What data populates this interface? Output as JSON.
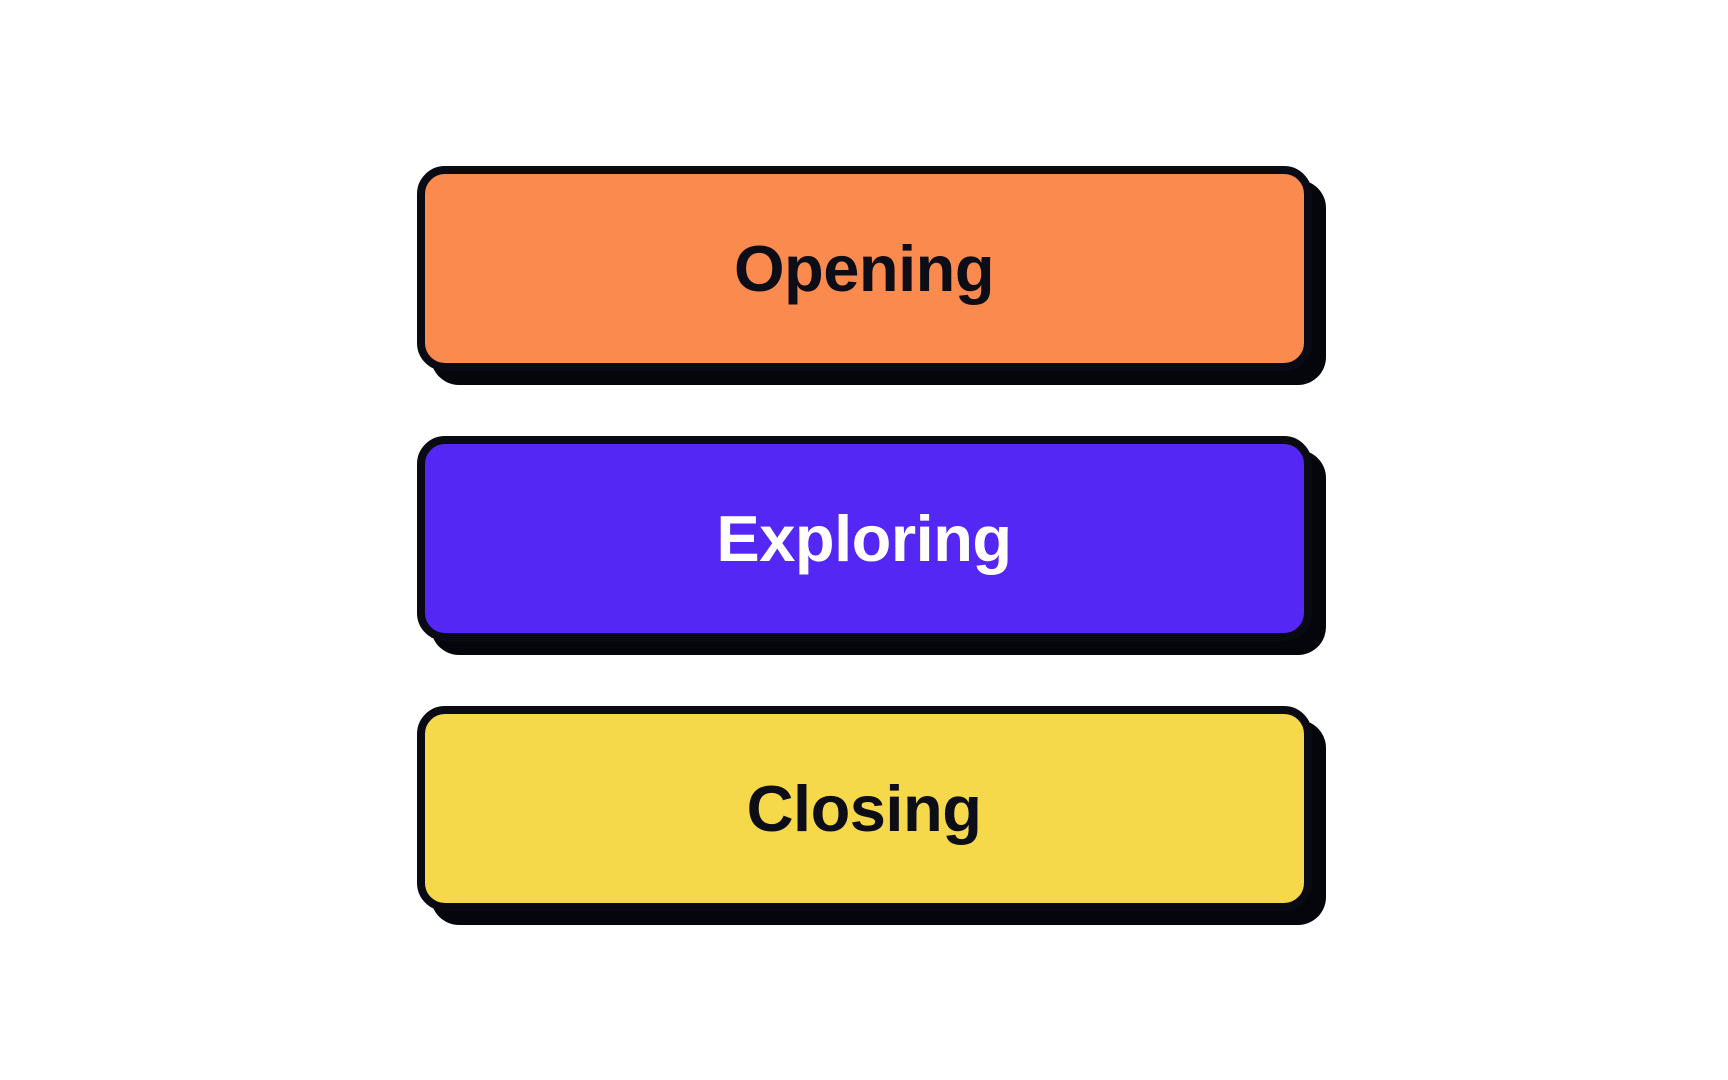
{
  "page": {
    "background_color": "#FFFFFF"
  },
  "cards": [
    {
      "label": "Opening",
      "bg_color": "#FB8A4E",
      "text_color": "#0D0D17"
    },
    {
      "label": "Exploring",
      "bg_color": "#5527F5",
      "text_color": "#FFFFFF"
    },
    {
      "label": "Closing",
      "bg_color": "#F5D94B",
      "text_color": "#0D0D17"
    }
  ],
  "style_colors": {
    "border": "#0A0A14",
    "shadow": "#05050C"
  }
}
